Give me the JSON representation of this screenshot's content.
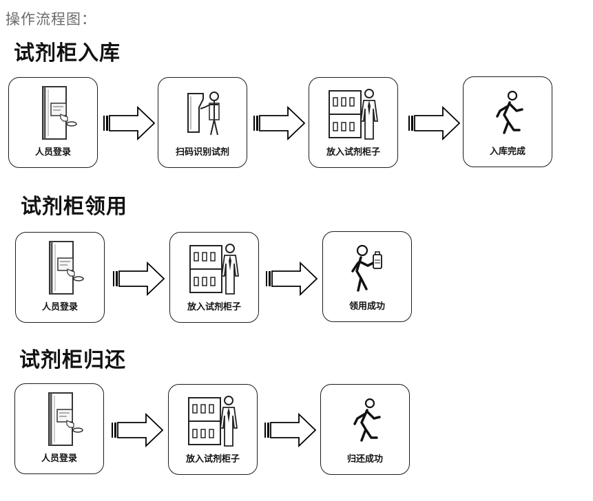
{
  "header": {
    "title": "操作流程图："
  },
  "sections": [
    {
      "title": "试剂柜入库",
      "steps": [
        {
          "label": "人员登录",
          "icon": "login-terminal-icon"
        },
        {
          "label": "扫码识别试剂",
          "icon": "scan-kiosk-icon"
        },
        {
          "label": "放入试剂柜子",
          "icon": "cabinet-person-icon"
        },
        {
          "label": "入库完成",
          "icon": "walking-person-icon"
        }
      ]
    },
    {
      "title": "试剂柜领用",
      "steps": [
        {
          "label": "人员登录",
          "icon": "login-terminal-icon"
        },
        {
          "label": "放入试剂柜子",
          "icon": "cabinet-person-icon"
        },
        {
          "label": "领用成功",
          "icon": "person-holding-bottle-icon"
        }
      ]
    },
    {
      "title": "试剂柜归还",
      "steps": [
        {
          "label": "人员登录",
          "icon": "login-terminal-icon"
        },
        {
          "label": "放入试剂柜子",
          "icon": "cabinet-person-icon"
        },
        {
          "label": "归还成功",
          "icon": "walking-person-icon"
        }
      ]
    }
  ]
}
